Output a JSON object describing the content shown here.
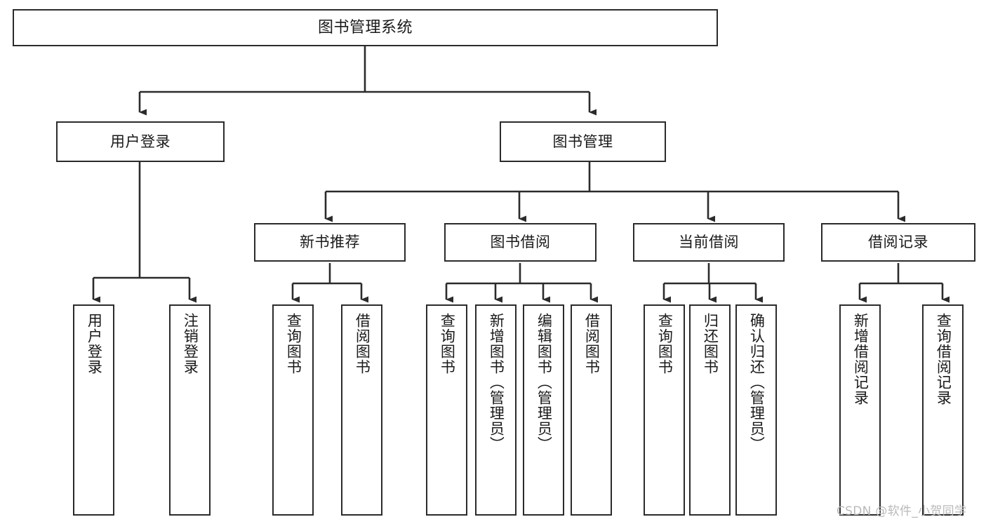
{
  "diagram": {
    "title": "图书管理系统",
    "type": "tree",
    "watermark": "CSDN @软件_小贺同学",
    "colors": {
      "border": "#2b2b2b",
      "background": "#ffffff",
      "text": "#1a1a1a",
      "watermark": "#b9b9b9"
    },
    "root": {
      "label": "图书管理系统"
    },
    "level2": [
      {
        "label": "用户登录"
      },
      {
        "label": "图书管理"
      }
    ],
    "level3": [
      {
        "label": "新书推荐"
      },
      {
        "label": "图书借阅"
      },
      {
        "label": "当前借阅"
      },
      {
        "label": "借阅记录"
      }
    ],
    "leaves": {
      "user_login": [
        {
          "label": "用户登录"
        },
        {
          "label": "注销登录"
        }
      ],
      "new_book": [
        {
          "label": "查询图书"
        },
        {
          "label": "借阅图书"
        }
      ],
      "book_borrow": [
        {
          "label": "查询图书"
        },
        {
          "label": "新增图书（管理员）"
        },
        {
          "label": "编辑图书（管理员）"
        },
        {
          "label": "借阅图书"
        }
      ],
      "current_borrow": [
        {
          "label": "查询图书"
        },
        {
          "label": "归还图书"
        },
        {
          "label": "确认归还（管理员）"
        }
      ],
      "borrow_record": [
        {
          "label": "新增借阅记录"
        },
        {
          "label": "查询借阅记录"
        }
      ]
    }
  }
}
